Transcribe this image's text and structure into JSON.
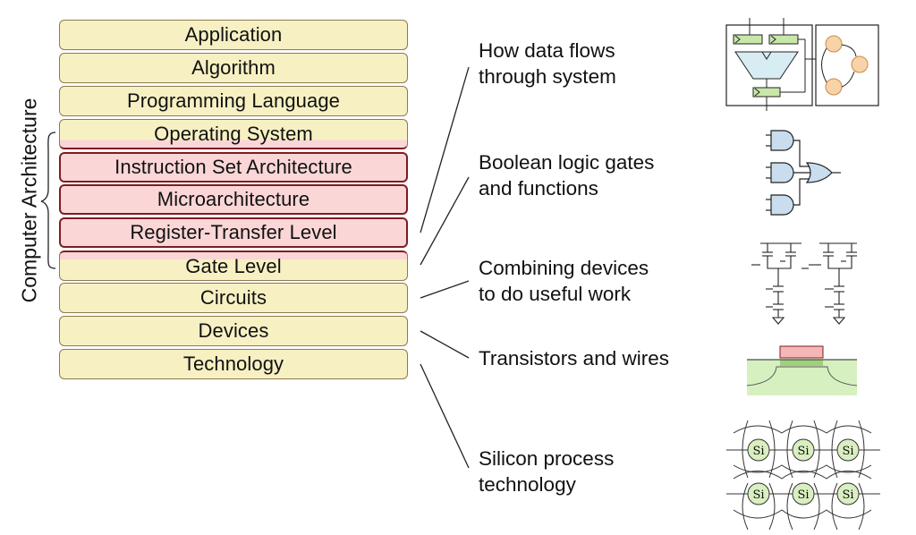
{
  "layers": [
    {
      "label": "Application",
      "style": "app"
    },
    {
      "label": "Algorithm",
      "style": "app"
    },
    {
      "label": "Programming Language",
      "style": "app"
    },
    {
      "label": "Operating System",
      "style": "split-bottom"
    },
    {
      "label": "Instruction Set Architecture",
      "style": "ca"
    },
    {
      "label": "Microarchitecture",
      "style": "ca"
    },
    {
      "label": "Register-Transfer Level",
      "style": "ca"
    },
    {
      "label": "Gate Level",
      "style": "split-top"
    },
    {
      "label": "Circuits",
      "style": "app"
    },
    {
      "label": "Devices",
      "style": "app"
    },
    {
      "label": "Technology",
      "style": "app"
    }
  ],
  "side_label": "Computer Architecture",
  "descriptions": [
    {
      "line1": "How data flows",
      "line2": "through system"
    },
    {
      "line1": "Boolean logic gates",
      "line2": "and functions"
    },
    {
      "line1": "Combining devices",
      "line2": "to do useful work"
    },
    {
      "line1": "Transistors and wires",
      "line2": ""
    },
    {
      "line1": "Silicon process",
      "line2": "technology"
    }
  ],
  "silicon_label": "Si",
  "colors": {
    "layer_fill": "#f7f0c3",
    "ca_fill": "#fbd6d6",
    "ca_border": "#7d1d22",
    "gate_fill": "#c9ddef",
    "datapath_fill": "#d8ecf3",
    "register_fill": "#c8e8a9",
    "fsm_state_fill": "#f8d3a8",
    "si_fill": "#d9efc0"
  }
}
